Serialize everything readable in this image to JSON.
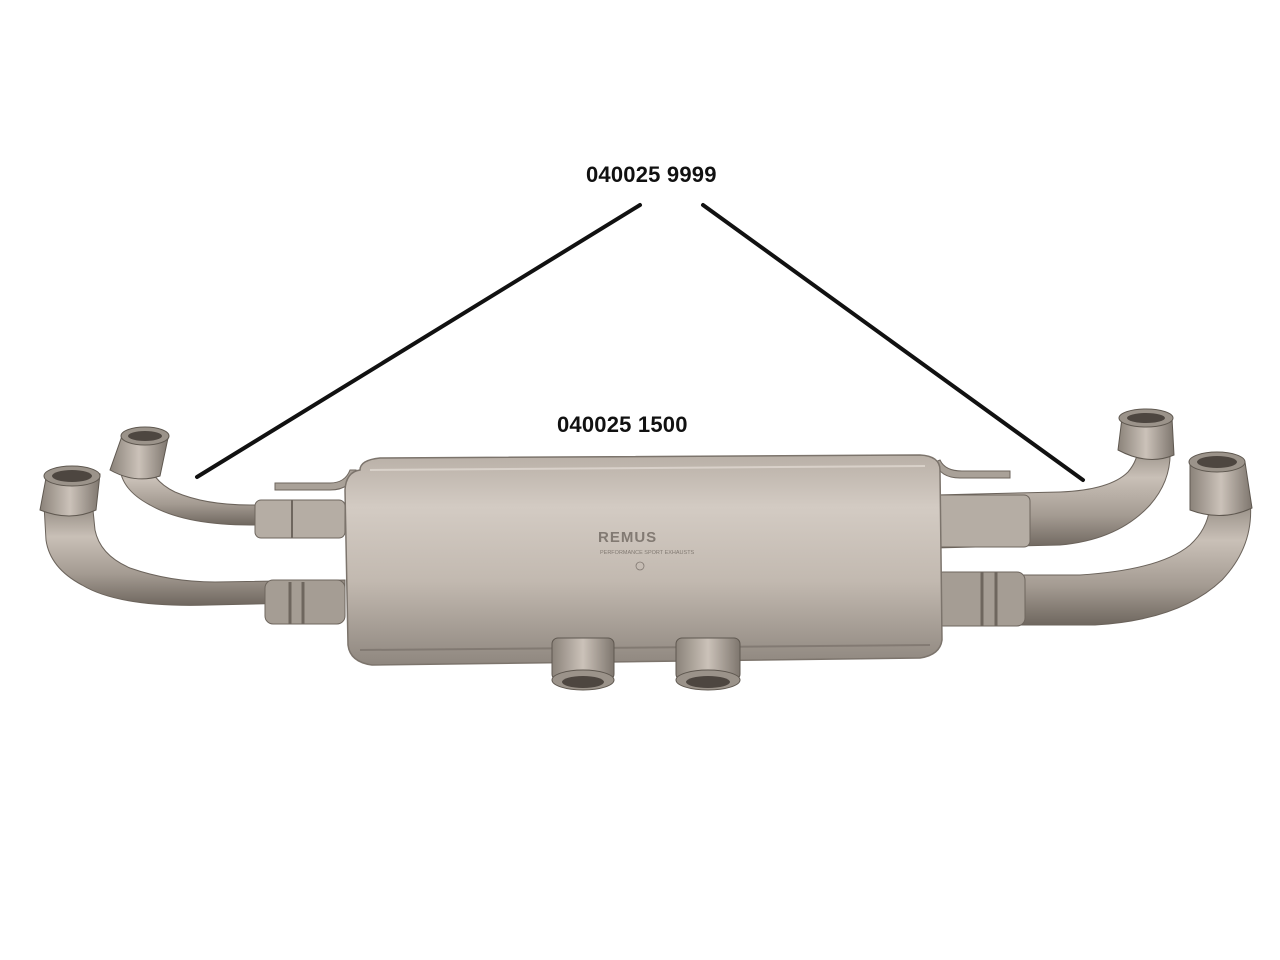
{
  "labels": {
    "top_part_number": "040025 9999",
    "middle_part_number": "040025 1500"
  },
  "muffler_engraving": {
    "brand": "REMUS",
    "tagline": "PERFORMANCE SPORT EXHAUSTS"
  },
  "colors": {
    "background": "#ffffff",
    "text": "#111111",
    "leader_line": "#111111",
    "steel_light": "#cfc6bd",
    "steel_mid": "#a8a097",
    "steel_dark": "#7c746c"
  }
}
